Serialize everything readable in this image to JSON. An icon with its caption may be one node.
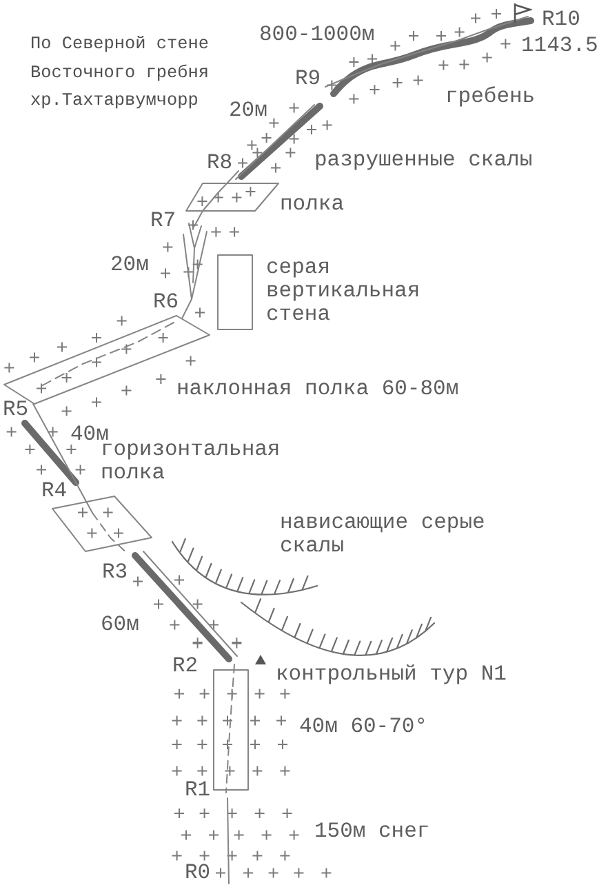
{
  "diagram": {
    "title": "По Северной стене Восточного гребня хр.Тахтарвумчорр",
    "labels": [
      "R10",
      "800-1000м",
      "1143.5",
      "R9",
      "гребень",
      "20м",
      "R8",
      "разрушенные скалы",
      "полка",
      "R7",
      "20м",
      "серая вертикальная стена",
      "R6",
      "наклонная полка 60-80м",
      "R5",
      "40м",
      "горизонтальная полка",
      "R4",
      "нависающие серые скалы",
      "R3",
      "60м",
      "R2",
      "контрольный тур N1",
      "40м 60-70°",
      "R1",
      "150м снег",
      "R0"
    ]
  }
}
